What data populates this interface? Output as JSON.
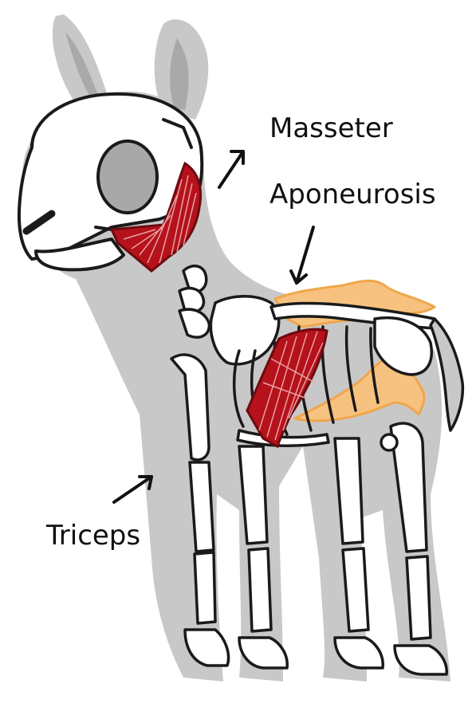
{
  "labels": {
    "masseter": "Masseter",
    "aponeurosis": "Aponeurosis",
    "triceps": "Triceps"
  },
  "colors": {
    "silhouette": "#c8c8c8",
    "skeleton_stroke": "#1a1a1a",
    "bone_fill": "#ffffff",
    "muscle_red": "#b5121b",
    "aponeurosis_orange": "#f7c27f",
    "aponeurosis_stroke": "#f0a64b"
  }
}
